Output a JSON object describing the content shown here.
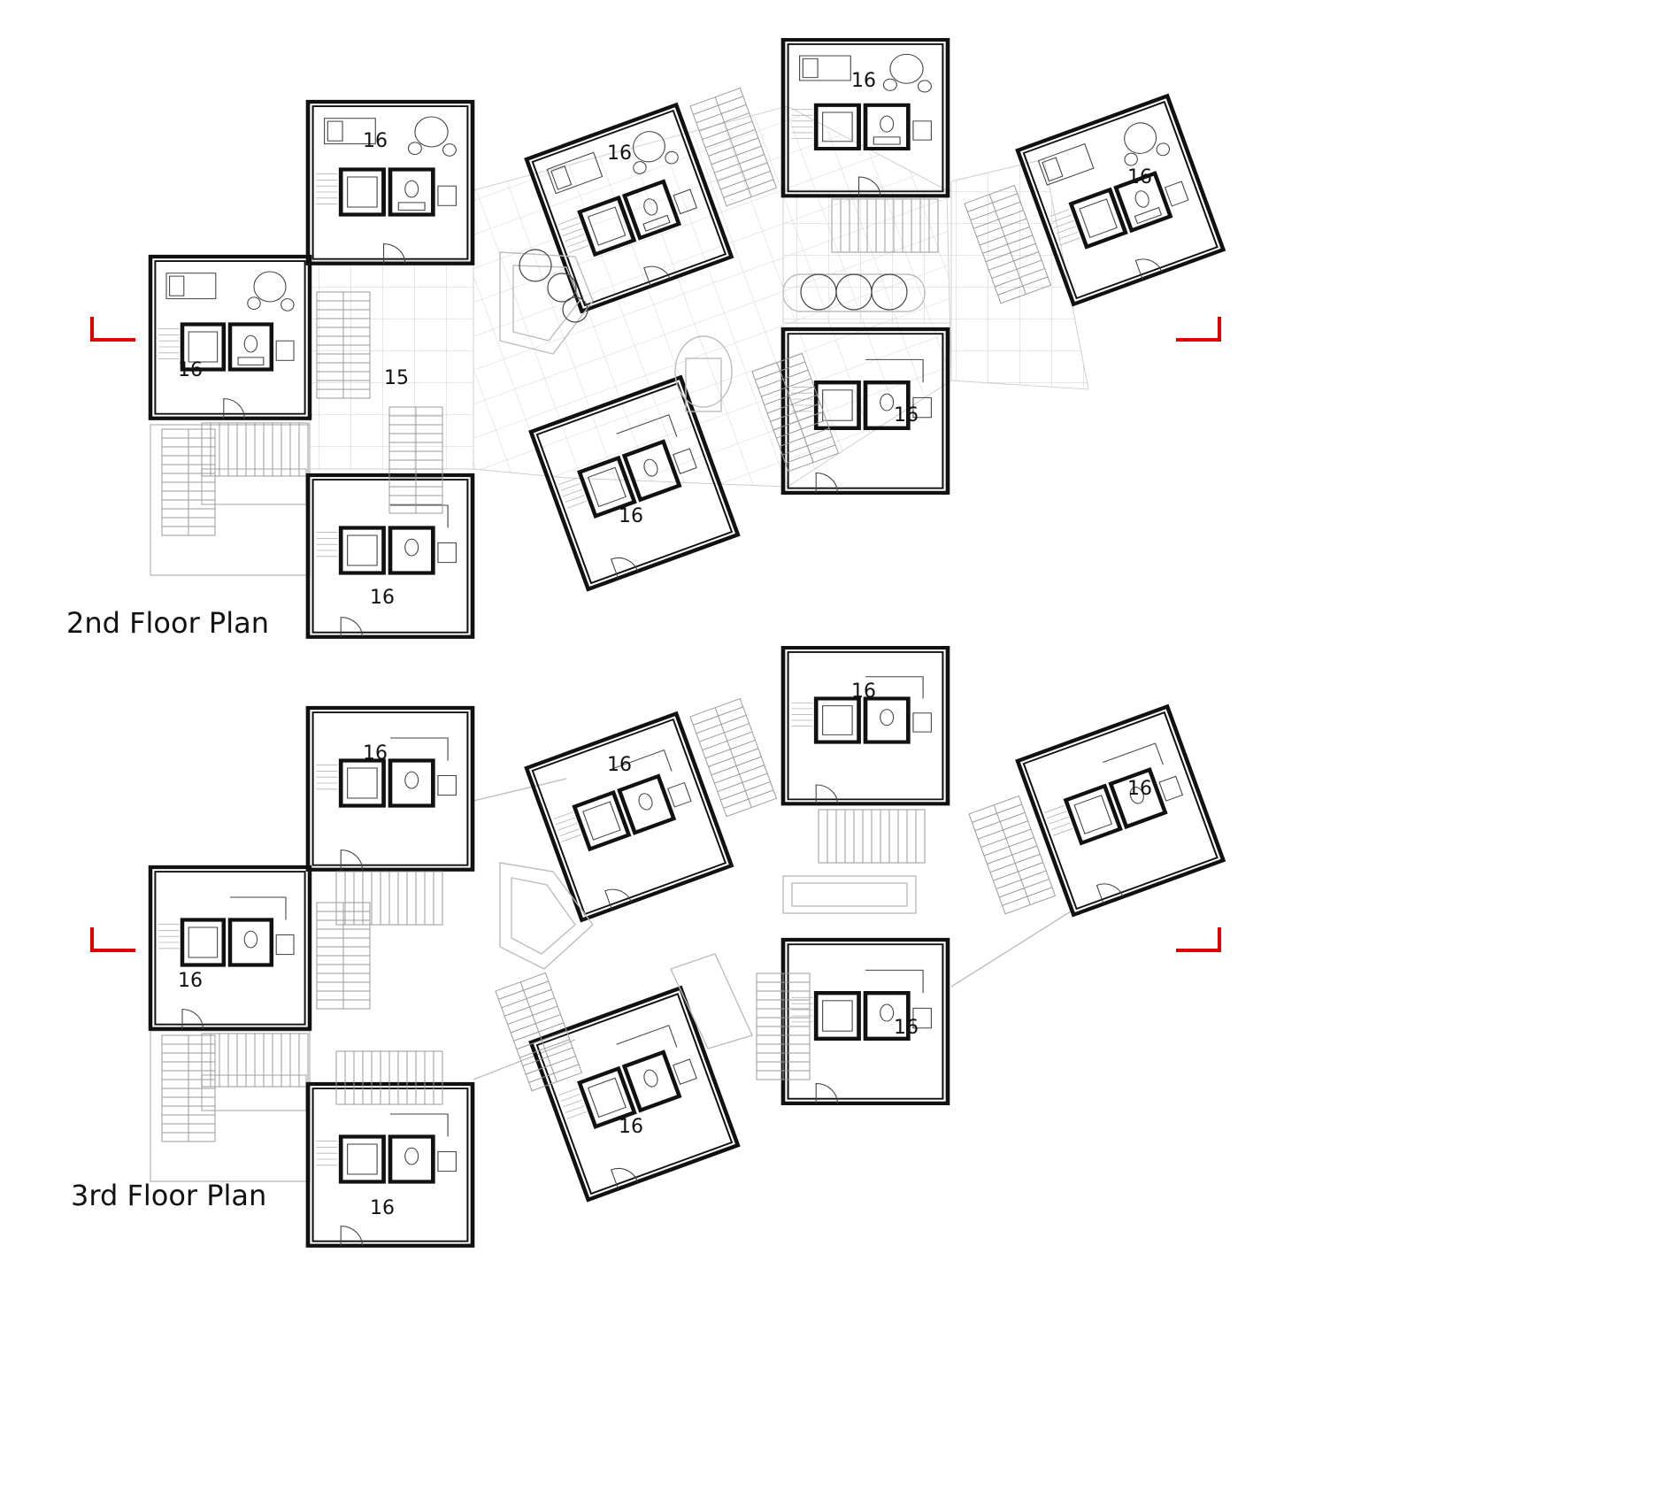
{
  "plans": [
    {
      "title": "2nd Floor Plan",
      "hall_number": "15",
      "units": [
        "16",
        "16",
        "16",
        "16",
        "16",
        "16",
        "16",
        "16"
      ]
    },
    {
      "title": "3rd Floor Plan",
      "units": [
        "16",
        "16",
        "16",
        "16",
        "16",
        "16",
        "16",
        "16"
      ]
    }
  ],
  "colors": {
    "section_marker": "#e00000",
    "wall": "#111111",
    "grid": "#c9c9c9"
  }
}
